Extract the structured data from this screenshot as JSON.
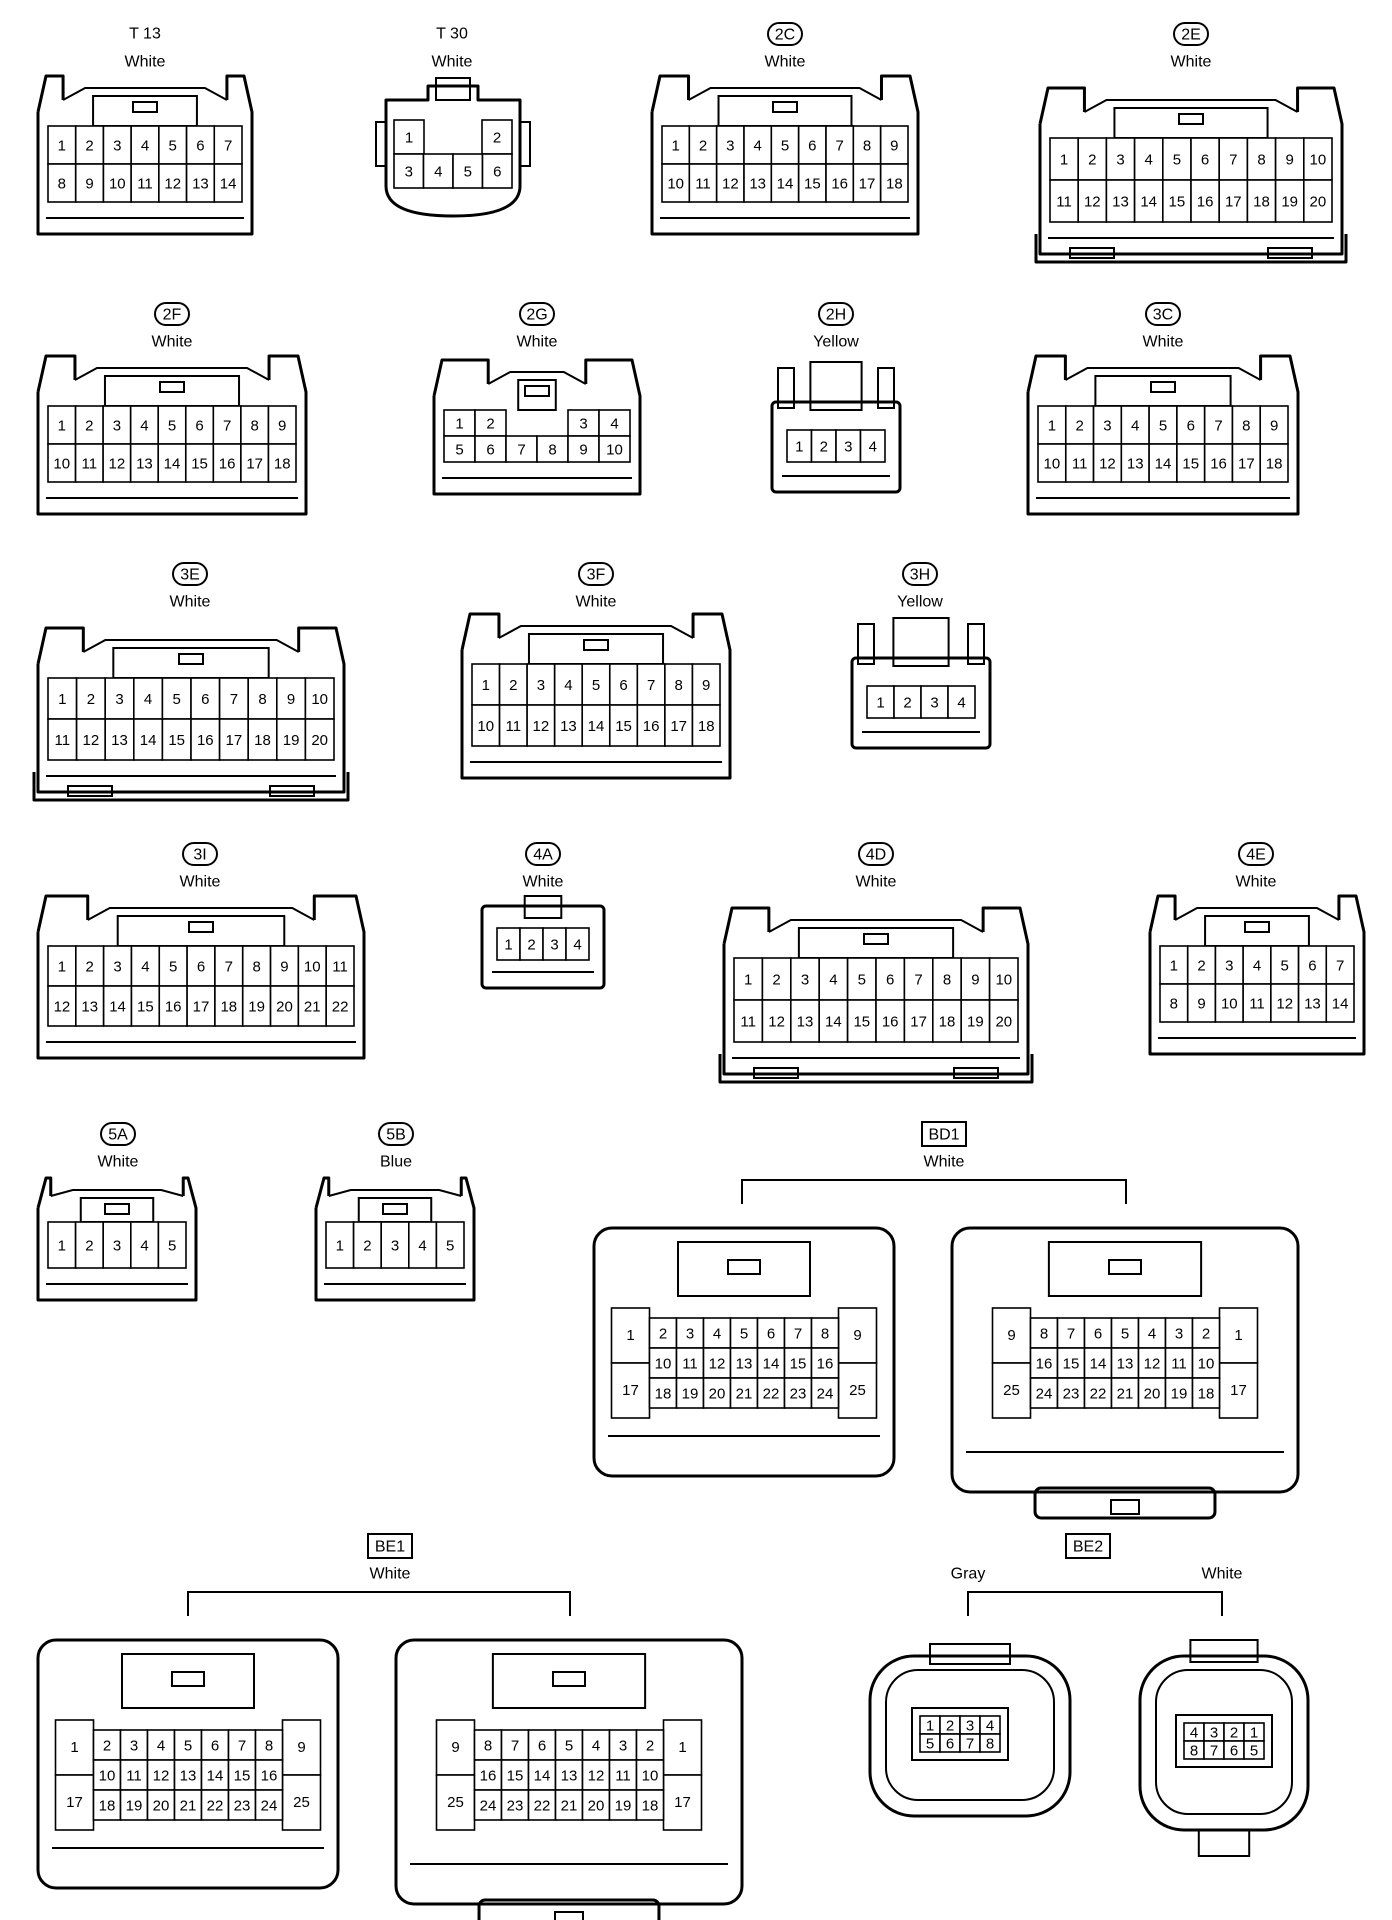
{
  "connectors": [
    {
      "id": "T13",
      "code": "T 13",
      "badge": false,
      "color": "White",
      "rows": [
        [
          "1",
          "2",
          "3",
          "4",
          "5",
          "6",
          "7"
        ],
        [
          "8",
          "9",
          "10",
          "11",
          "12",
          "13",
          "14"
        ]
      ]
    },
    {
      "id": "T30",
      "code": "T 30",
      "badge": false,
      "color": "White",
      "rows": [
        [
          "1",
          "2"
        ],
        [
          "3",
          "4",
          "5",
          "6"
        ]
      ]
    },
    {
      "id": "2C",
      "code": "2C",
      "badge": true,
      "color": "White",
      "rows": [
        [
          "1",
          "2",
          "3",
          "4",
          "5",
          "6",
          "7",
          "8",
          "9"
        ],
        [
          "10",
          "11",
          "12",
          "13",
          "14",
          "15",
          "16",
          "17",
          "18"
        ]
      ]
    },
    {
      "id": "2E",
      "code": "2E",
      "badge": true,
      "color": "White",
      "rows": [
        [
          "1",
          "2",
          "3",
          "4",
          "5",
          "6",
          "7",
          "8",
          "9",
          "10"
        ],
        [
          "11",
          "12",
          "13",
          "14",
          "15",
          "16",
          "17",
          "18",
          "19",
          "20"
        ]
      ]
    },
    {
      "id": "2F",
      "code": "2F",
      "badge": true,
      "color": "White",
      "rows": [
        [
          "1",
          "2",
          "3",
          "4",
          "5",
          "6",
          "7",
          "8",
          "9"
        ],
        [
          "10",
          "11",
          "12",
          "13",
          "14",
          "15",
          "16",
          "17",
          "18"
        ]
      ]
    },
    {
      "id": "2G",
      "code": "2G",
      "badge": true,
      "color": "White",
      "rows": [
        [
          "1",
          "2",
          "3",
          "4"
        ],
        [
          "5",
          "6",
          "7",
          "8",
          "9",
          "10"
        ]
      ]
    },
    {
      "id": "2H",
      "code": "2H",
      "badge": true,
      "color": "Yellow",
      "rows": [
        [
          "1",
          "2",
          "3",
          "4"
        ]
      ]
    },
    {
      "id": "3C",
      "code": "3C",
      "badge": true,
      "color": "White",
      "rows": [
        [
          "1",
          "2",
          "3",
          "4",
          "5",
          "6",
          "7",
          "8",
          "9"
        ],
        [
          "10",
          "11",
          "12",
          "13",
          "14",
          "15",
          "16",
          "17",
          "18"
        ]
      ]
    },
    {
      "id": "3E",
      "code": "3E",
      "badge": true,
      "color": "White",
      "rows": [
        [
          "1",
          "2",
          "3",
          "4",
          "5",
          "6",
          "7",
          "8",
          "9",
          "10"
        ],
        [
          "11",
          "12",
          "13",
          "14",
          "15",
          "16",
          "17",
          "18",
          "19",
          "20"
        ]
      ]
    },
    {
      "id": "3F",
      "code": "3F",
      "badge": true,
      "color": "White",
      "rows": [
        [
          "1",
          "2",
          "3",
          "4",
          "5",
          "6",
          "7",
          "8",
          "9"
        ],
        [
          "10",
          "11",
          "12",
          "13",
          "14",
          "15",
          "16",
          "17",
          "18"
        ]
      ]
    },
    {
      "id": "3H",
      "code": "3H",
      "badge": true,
      "color": "Yellow",
      "rows": [
        [
          "1",
          "2",
          "3",
          "4"
        ]
      ]
    },
    {
      "id": "3I",
      "code": "3I",
      "badge": true,
      "color": "White",
      "rows": [
        [
          "1",
          "2",
          "3",
          "4",
          "5",
          "6",
          "7",
          "8",
          "9",
          "10",
          "11"
        ],
        [
          "12",
          "13",
          "14",
          "15",
          "16",
          "17",
          "18",
          "19",
          "20",
          "21",
          "22"
        ]
      ]
    },
    {
      "id": "4A",
      "code": "4A",
      "badge": true,
      "color": "White",
      "rows": [
        [
          "1",
          "2",
          "3",
          "4"
        ]
      ]
    },
    {
      "id": "4D",
      "code": "4D",
      "badge": true,
      "color": "White",
      "rows": [
        [
          "1",
          "2",
          "3",
          "4",
          "5",
          "6",
          "7",
          "8",
          "9",
          "10"
        ],
        [
          "11",
          "12",
          "13",
          "14",
          "15",
          "16",
          "17",
          "18",
          "19",
          "20"
        ]
      ]
    },
    {
      "id": "4E",
      "code": "4E",
      "badge": true,
      "color": "White",
      "rows": [
        [
          "1",
          "2",
          "3",
          "4",
          "5",
          "6",
          "7"
        ],
        [
          "8",
          "9",
          "10",
          "11",
          "12",
          "13",
          "14"
        ]
      ]
    },
    {
      "id": "5A",
      "code": "5A",
      "badge": true,
      "color": "White",
      "rows": [
        [
          "1",
          "2",
          "3",
          "4",
          "5"
        ]
      ]
    },
    {
      "id": "5B",
      "code": "5B",
      "badge": true,
      "color": "Blue",
      "rows": [
        [
          "1",
          "2",
          "3",
          "4",
          "5"
        ]
      ]
    }
  ],
  "pairs": [
    {
      "id": "BD1",
      "code": "BD1",
      "colors": [
        "White"
      ],
      "left": {
        "side_top": [
          "1",
          "9"
        ],
        "side_bottom": [
          "17",
          "25"
        ],
        "rows": [
          [
            "2",
            "3",
            "4",
            "5",
            "6",
            "7",
            "8"
          ],
          [
            "10",
            "11",
            "12",
            "13",
            "14",
            "15",
            "16"
          ],
          [
            "18",
            "19",
            "20",
            "21",
            "22",
            "23",
            "24"
          ]
        ]
      },
      "right": {
        "side_top": [
          "9",
          "1"
        ],
        "side_bottom": [
          "25",
          "17"
        ],
        "rows": [
          [
            "8",
            "7",
            "6",
            "5",
            "4",
            "3",
            "2"
          ],
          [
            "16",
            "15",
            "14",
            "13",
            "12",
            "11",
            "10"
          ],
          [
            "24",
            "23",
            "22",
            "21",
            "20",
            "19",
            "18"
          ]
        ]
      }
    },
    {
      "id": "BE1",
      "code": "BE1",
      "colors": [
        "White"
      ],
      "left": {
        "side_top": [
          "1",
          "9"
        ],
        "side_bottom": [
          "17",
          "25"
        ],
        "rows": [
          [
            "2",
            "3",
            "4",
            "5",
            "6",
            "7",
            "8"
          ],
          [
            "10",
            "11",
            "12",
            "13",
            "14",
            "15",
            "16"
          ],
          [
            "18",
            "19",
            "20",
            "21",
            "22",
            "23",
            "24"
          ]
        ]
      },
      "right": {
        "side_top": [
          "9",
          "1"
        ],
        "side_bottom": [
          "25",
          "17"
        ],
        "rows": [
          [
            "8",
            "7",
            "6",
            "5",
            "4",
            "3",
            "2"
          ],
          [
            "16",
            "15",
            "14",
            "13",
            "12",
            "11",
            "10"
          ],
          [
            "24",
            "23",
            "22",
            "21",
            "20",
            "19",
            "18"
          ]
        ]
      }
    },
    {
      "id": "BE2",
      "code": "BE2",
      "colors": [
        "Gray",
        "White"
      ],
      "left": {
        "rows": [
          [
            "1",
            "2",
            "3",
            "4"
          ],
          [
            "5",
            "6",
            "7",
            "8"
          ]
        ]
      },
      "right": {
        "rows": [
          [
            "4",
            "3",
            "2",
            "1"
          ],
          [
            "8",
            "7",
            "6",
            "5"
          ]
        ]
      }
    }
  ]
}
